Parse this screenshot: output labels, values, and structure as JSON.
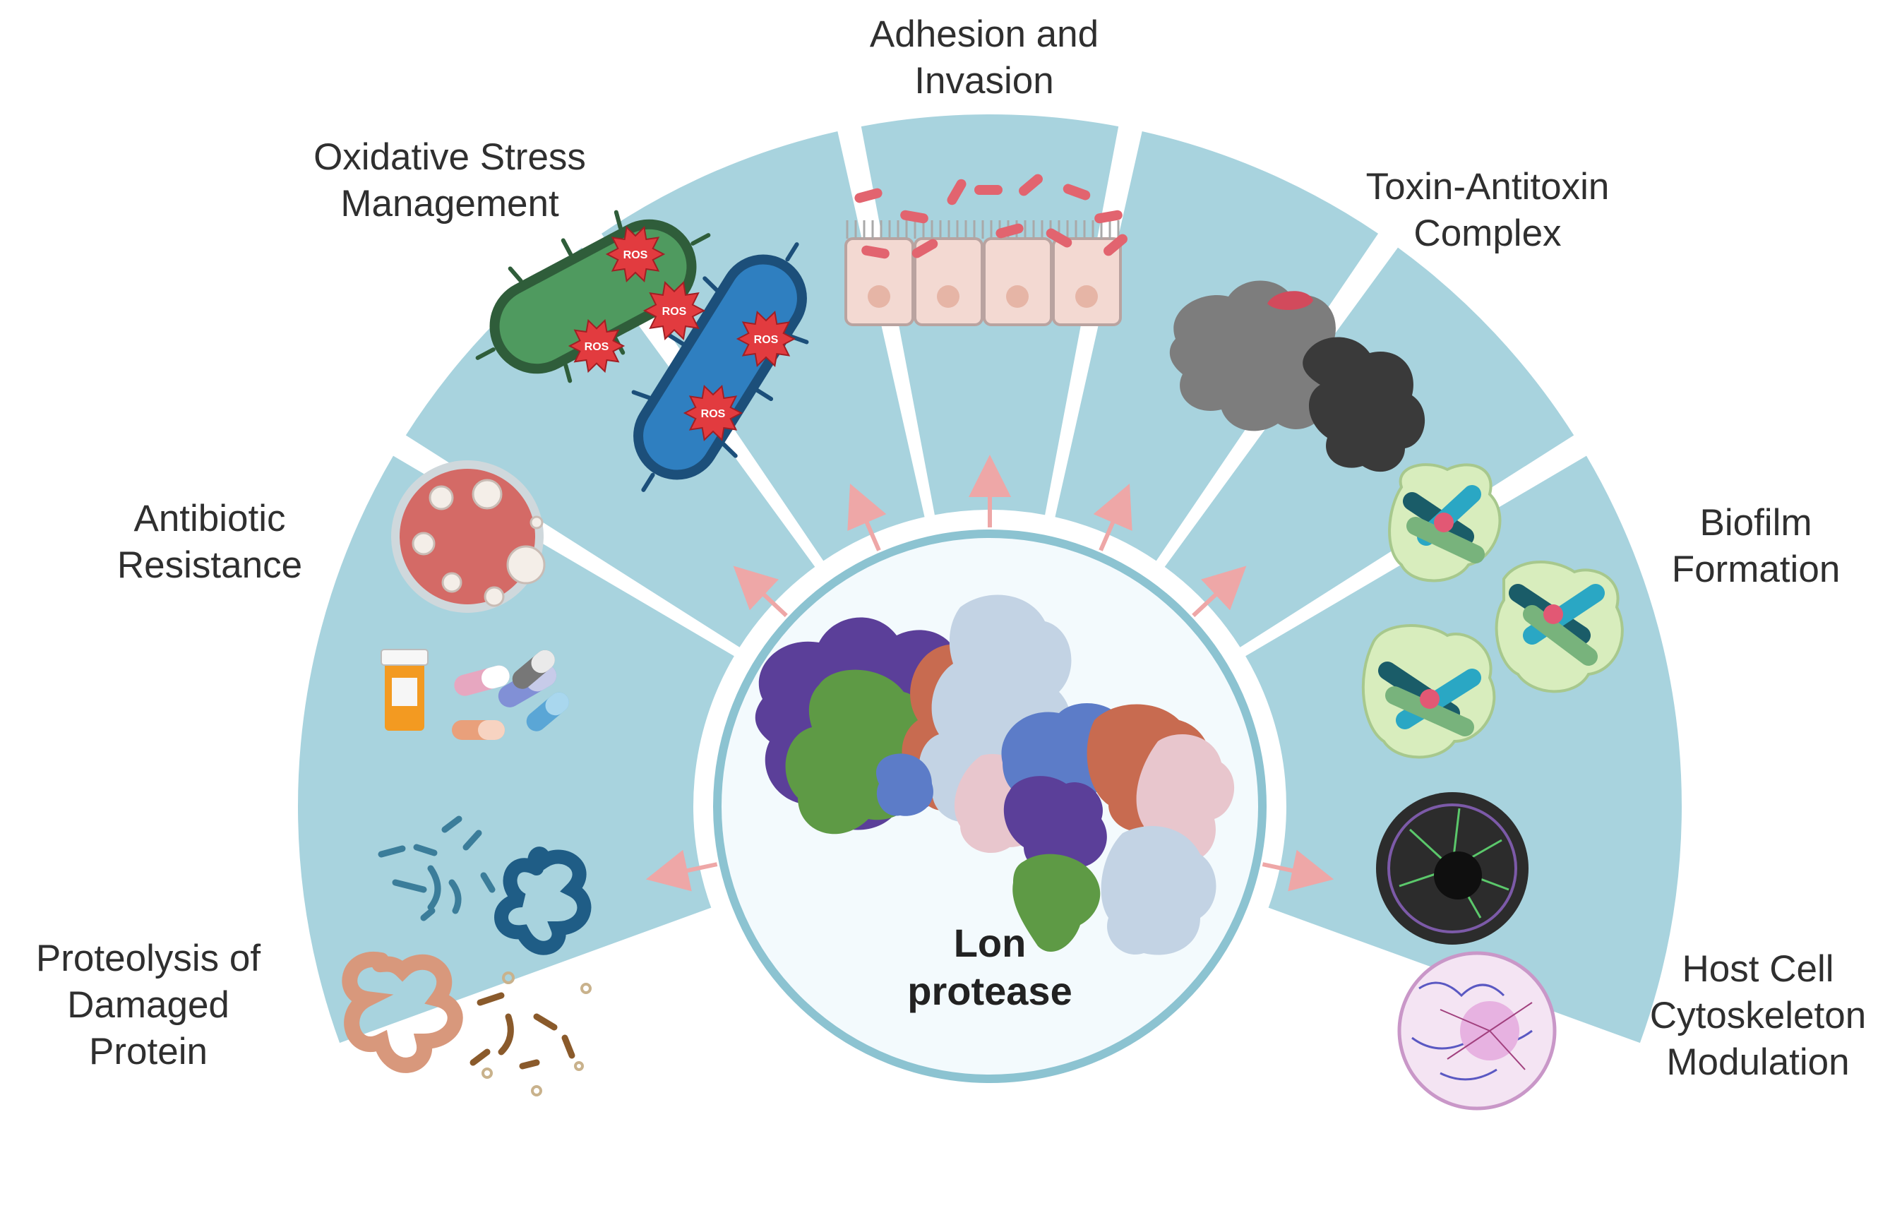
{
  "center": {
    "title_line1": "Lon",
    "title_line2": "protease"
  },
  "segments": [
    {
      "id": "proteolysis",
      "lines": [
        "Proteolysis of",
        "Damaged",
        "Protein"
      ]
    },
    {
      "id": "antibiotic",
      "lines": [
        "Antibiotic",
        "Resistance"
      ]
    },
    {
      "id": "oxidative",
      "lines": [
        "Oxidative Stress",
        "Management"
      ]
    },
    {
      "id": "adhesion",
      "lines": [
        "Adhesion and",
        "Invasion"
      ]
    },
    {
      "id": "toxin",
      "lines": [
        "Toxin-Antitoxin",
        "Complex"
      ]
    },
    {
      "id": "biofilm",
      "lines": [
        "Biofilm",
        "Formation"
      ]
    },
    {
      "id": "cytoskeleton",
      "lines": [
        "Host Cell",
        "Cytoskeleton",
        "Modulation"
      ]
    }
  ],
  "icons": {
    "ros_label": "ROS"
  },
  "colors": {
    "segment_fill": "#a8d3de",
    "arrow": "#eea7a7",
    "center_fill": "#f3fafd",
    "center_ring": "#8cc3d1"
  }
}
